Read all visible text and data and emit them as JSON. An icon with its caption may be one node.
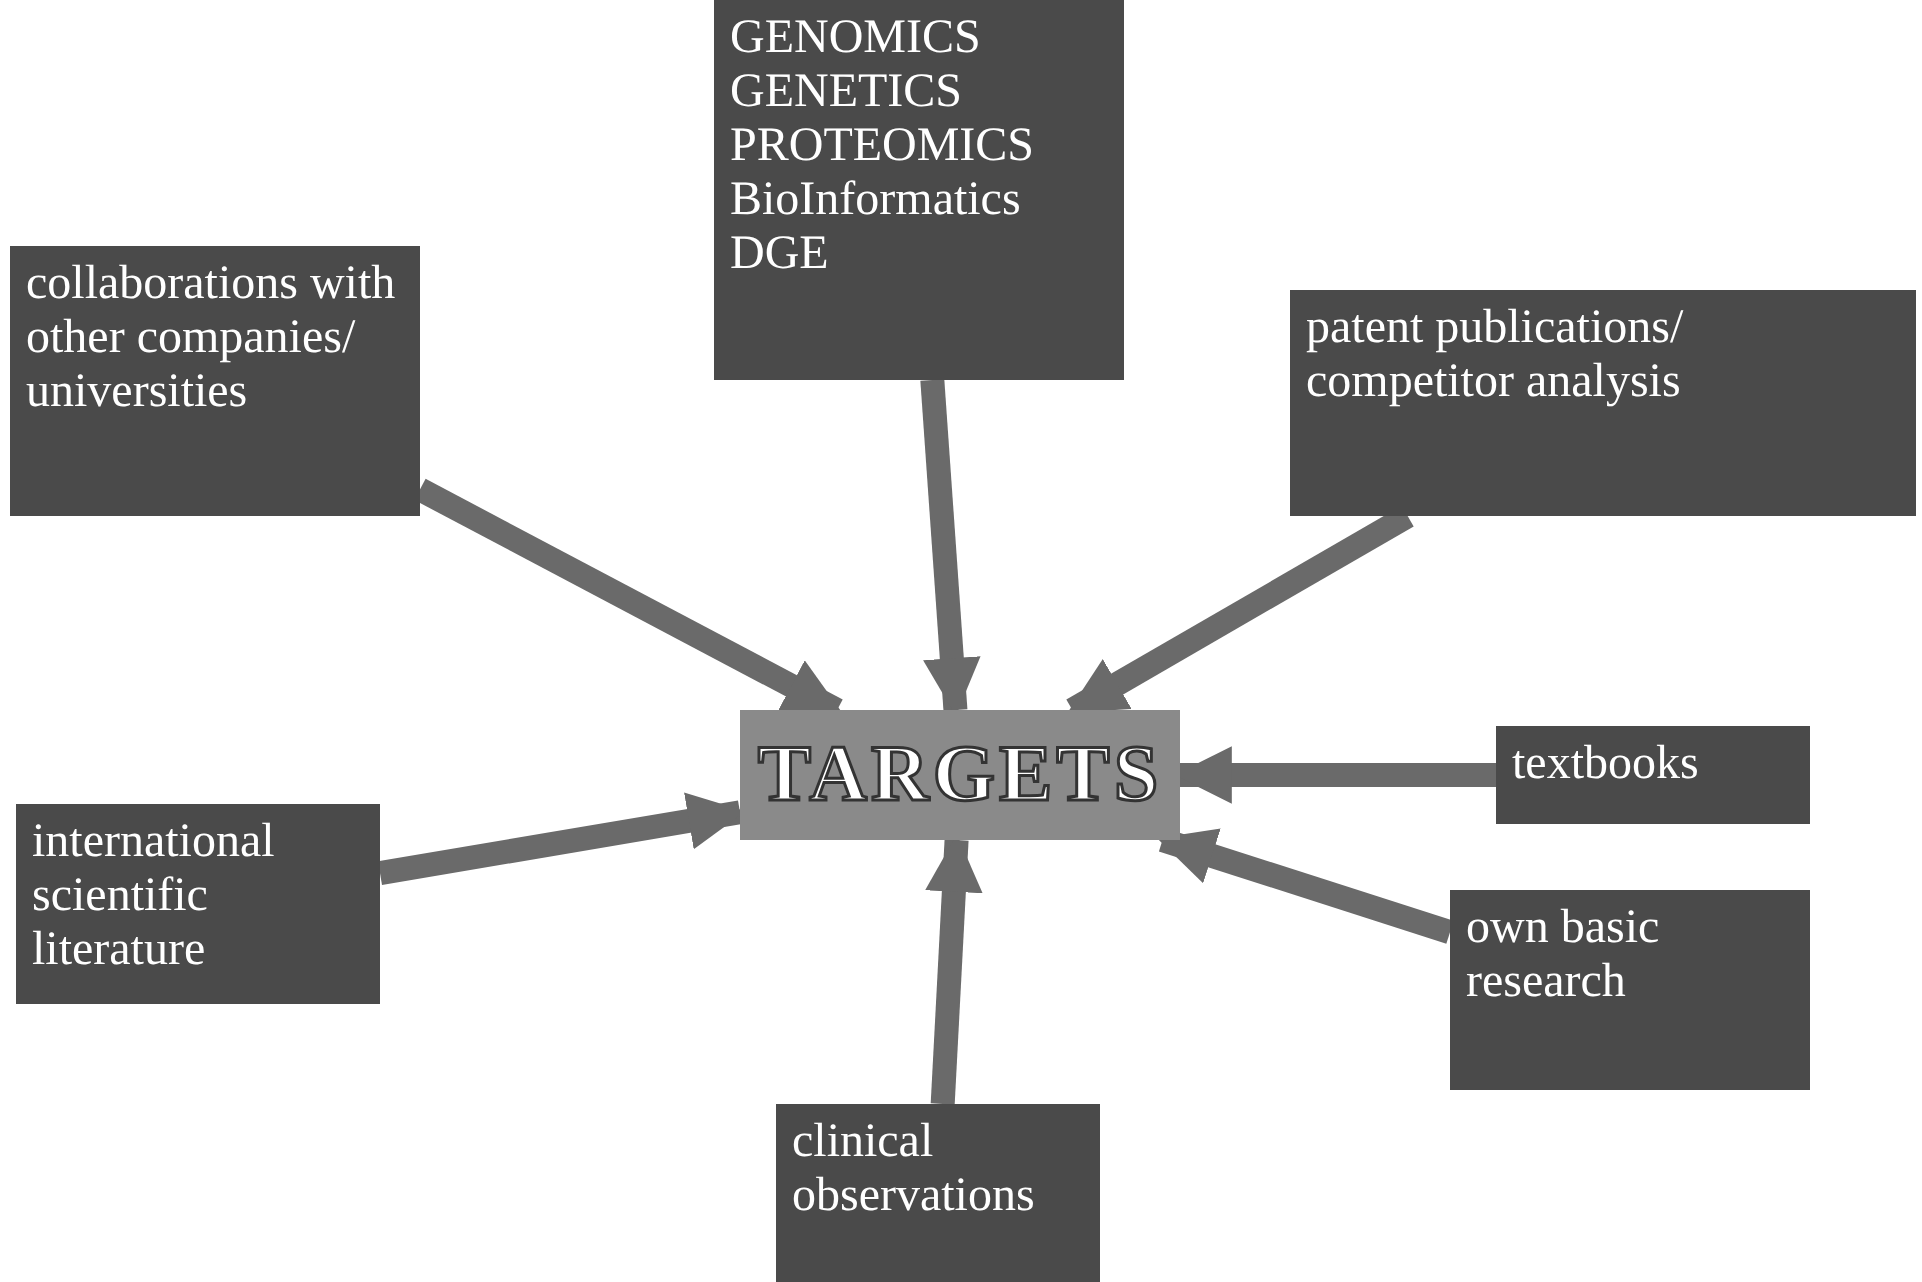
{
  "diagram": {
    "nodes": [
      {
        "text": [
          "GENOMICS",
          "GENETICS",
          "PROTEOMICS",
          "BioInformatics",
          "DGE"
        ]
      },
      {
        "text": [
          "collaborations with other companies/ universities"
        ]
      },
      {
        "text": [
          "patent publications/ competitor analysis"
        ]
      },
      {
        "text": [
          "TARGETS"
        ]
      },
      {
        "text": [
          "textbooks"
        ]
      },
      {
        "text": [
          "international scientific literature"
        ]
      },
      {
        "text": [
          "own basic research"
        ]
      },
      {
        "text": [
          "clinical observations"
        ]
      }
    ],
    "edges": [
      {
        "from": 0,
        "to": 3,
        "arrow": "to"
      },
      {
        "from": 1,
        "to": 3,
        "arrow": "to"
      },
      {
        "from": 2,
        "to": 3,
        "arrow": "to"
      },
      {
        "from": 4,
        "to": 3,
        "arrow": "to"
      },
      {
        "from": 5,
        "to": 3,
        "arrow": "to"
      },
      {
        "from": 6,
        "to": 3,
        "arrow": "to"
      },
      {
        "from": 7,
        "to": 3,
        "arrow": "to"
      }
    ]
  }
}
